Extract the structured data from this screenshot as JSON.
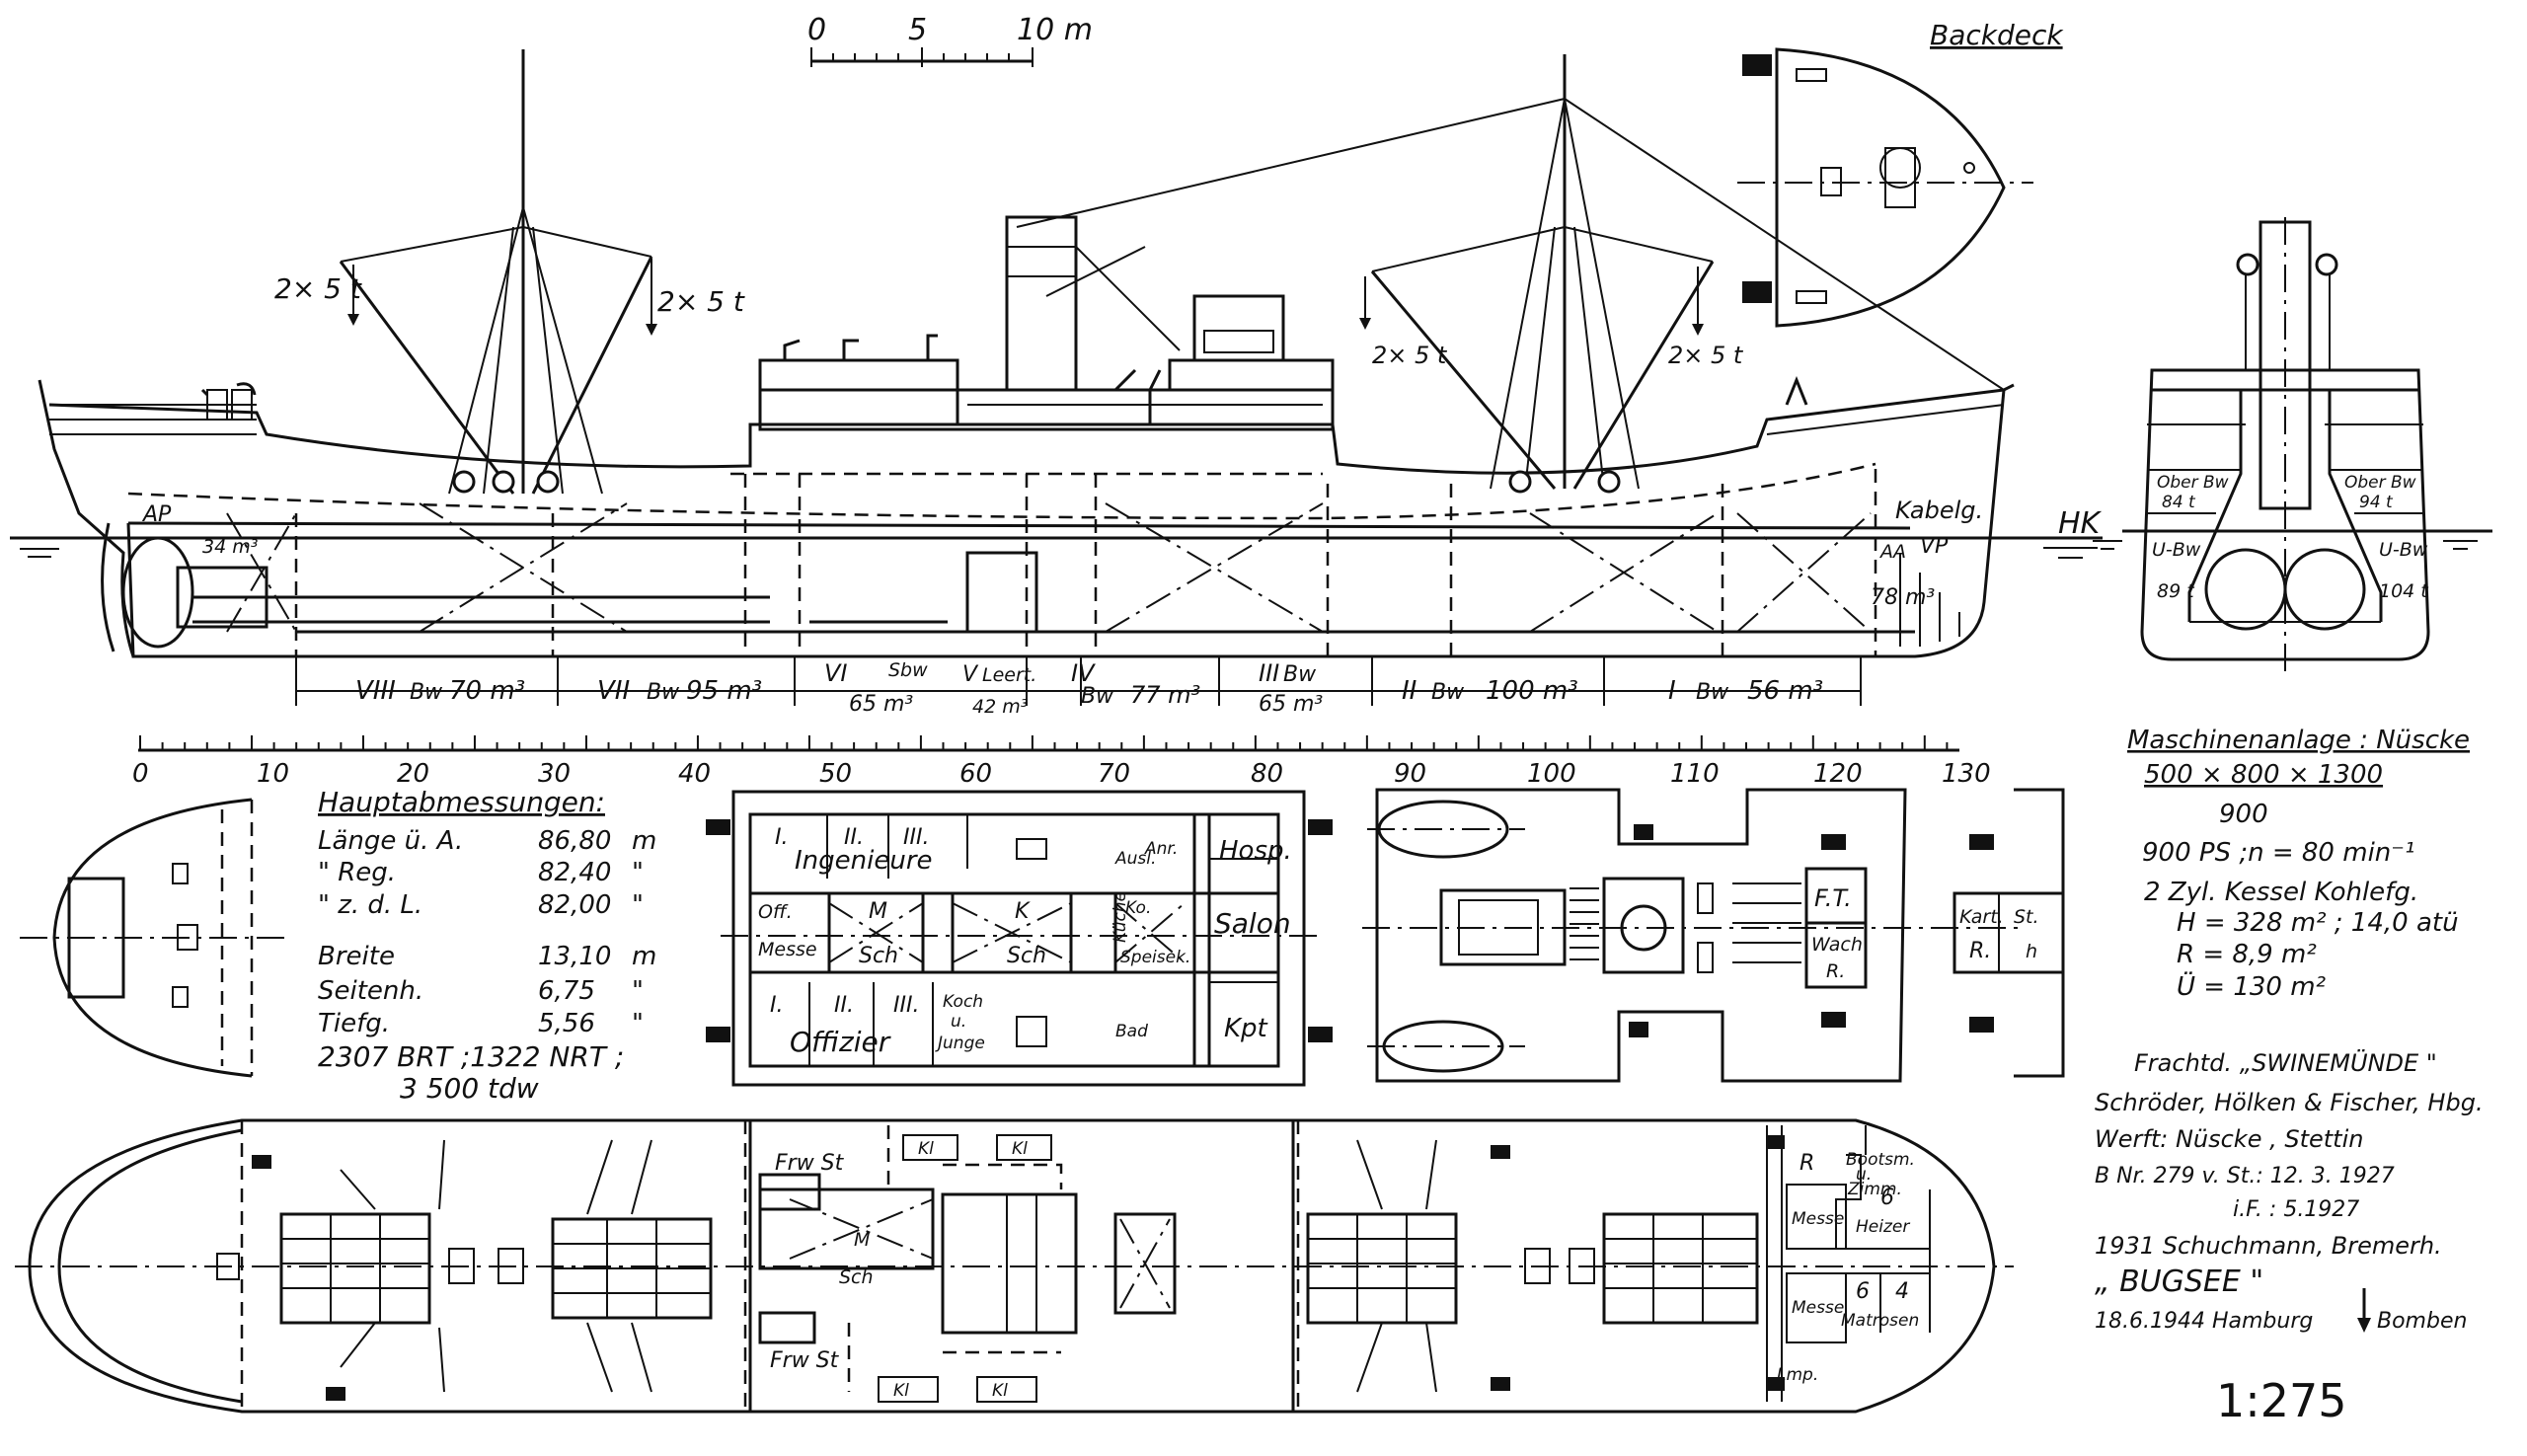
{
  "drawing": {
    "type": "ship general arrangement plan",
    "scale_ratio": "1:275",
    "scale_bar": {
      "labels": [
        "0",
        "5",
        "10 m"
      ]
    },
    "ruler": {
      "labels": [
        "0",
        "10",
        "20",
        "30",
        "40",
        "50",
        "60",
        "70",
        "80",
        "90",
        "100",
        "110",
        "120",
        "130"
      ]
    }
  },
  "profile": {
    "derricks": {
      "fore_left": "2× 5 t",
      "fore_right": "2× 5 t",
      "aft_left": "2× 5 t",
      "aft_right": "2× 5 t"
    },
    "waterline_label": "HK",
    "forepeak_labels": {
      "cable": "Kabelg.",
      "vp": "VP",
      "aa": "AA",
      "volume": "78 m³"
    },
    "afterpeak_labels": {
      "ap": "AP",
      "volume": "34 m³"
    },
    "holds": [
      {
        "num": "VIII",
        "type": "Bw",
        "volume": "70 m³"
      },
      {
        "num": "VII",
        "type": "Bw",
        "volume": "95 m³"
      },
      {
        "num": "VI",
        "type": "Sbw",
        "volume": "65 m³"
      },
      {
        "num": "V",
        "type": "Leert.",
        "volume": "42 m³"
      },
      {
        "num": "IV",
        "type": "Bw",
        "volume": "77 m³"
      },
      {
        "num": "III",
        "type": "Bw",
        "volume": "65 m³"
      },
      {
        "num": "II",
        "type": "Bw",
        "volume": "100 m³"
      },
      {
        "num": "I",
        "type": "Bw",
        "volume": "56 m³"
      }
    ]
  },
  "backdeck": {
    "title": "Backdeck"
  },
  "midship_section": {
    "labels": {
      "upper_left": "Ober Bw",
      "upper_left_value": "84 t",
      "upper_right": "Ober Bw",
      "upper_right_value": "94 t",
      "lower_left": "U-Bw",
      "lower_left_value": "89 t",
      "lower_right": "U-Bw",
      "lower_right_value": "104 t"
    }
  },
  "main_dimensions": {
    "title": "Hauptabmessungen:",
    "rows": [
      {
        "label": "Länge ü. A.",
        "value": "86,80",
        "unit": "m"
      },
      {
        "label": "\"    Reg.",
        "value": "82,40",
        "unit": "\""
      },
      {
        "label": "\"    z. d. L.",
        "value": "82,00",
        "unit": "\""
      },
      {
        "label": "Breite",
        "value": "13,10",
        "unit": "m"
      },
      {
        "label": "Seitenh.",
        "value": "6,75",
        "unit": "\""
      },
      {
        "label": "Tiefg.",
        "value": "5,56",
        "unit": "\""
      }
    ],
    "tonnage": "2307 BRT ;1322 NRT ;",
    "deadweight": "3 500 tdw"
  },
  "accommodation_plan": {
    "engineers": {
      "ranks": [
        "I.",
        "II.",
        "III."
      ],
      "label": "Ingenieure"
    },
    "officers": {
      "ranks": [
        "I.",
        "II.",
        "III."
      ],
      "label": "Offizier"
    },
    "mess": [
      "Off.",
      "Messe"
    ],
    "engine_casing": {
      "top": "M",
      "bottom": "Sch"
    },
    "boiler_casing": {
      "top": "K",
      "bottom": "Sch"
    },
    "galley": "Küche",
    "pantry": [
      "Ko.",
      "Speisek."
    ],
    "cook": [
      "Koch",
      "u.",
      "Junge"
    ],
    "bath": "Bad",
    "store": [
      "Anr.",
      "Ausl."
    ],
    "hospital": "Hosp.",
    "saloon": "Salon",
    "captain": "Kpt"
  },
  "bridge_deck": {
    "wireless": "F.T.",
    "watch_room": [
      "Wach",
      "R."
    ],
    "chart_room": [
      "Kart.",
      "R."
    ],
    "steering": [
      "St.",
      "h"
    ]
  },
  "main_deck": {
    "fresh_water_top": "Frw St",
    "fresh_water_bottom": "Frw St",
    "engine_casing": {
      "top": "M",
      "bottom": "Sch"
    },
    "cooling": [
      "Kl",
      "Kl",
      "Kl",
      "Kl"
    ],
    "forecastle": {
      "bosun": [
        "Bootsm.",
        "u.",
        "Zimm."
      ],
      "r": "R",
      "heizer": "Heizer",
      "heizer_num": "6",
      "messe_top": "Messe",
      "messe_bottom": "Messe",
      "matrosen_num_a": "6",
      "matrosen_num_b": "4",
      "matrosen": "Matrosen",
      "lamp": "Lmp."
    }
  },
  "machinery": {
    "title": "Maschinenanlage : Nüscke",
    "cylinders_numerator": "500 × 800 × 1300",
    "stroke": "900",
    "power": "900 PS ;n = 80 min⁻¹",
    "boilers": "2 Zyl. Kessel Kohlefg.",
    "h": "H  =  328 m² ; 14,0 atü",
    "r": "R  =   8,9 m²",
    "u": "Ü  =  130  m²"
  },
  "history": {
    "line1": "Frachtd. „SWINEMÜNDE \"",
    "line2": "Schröder, Hölken & Fischer, Hbg.",
    "line3": "Werft: Nüscke ,  Stettin",
    "line4": "B Nr. 279  v. St.: 12. 3. 1927",
    "line5": "i.F. :        5.1927",
    "line6": "1931  Schuchmann, Bremerh.",
    "line7": "„ BUGSEE \"",
    "line8_date": "18.6.1944  Hamburg",
    "line8_cause": "Bomben"
  }
}
